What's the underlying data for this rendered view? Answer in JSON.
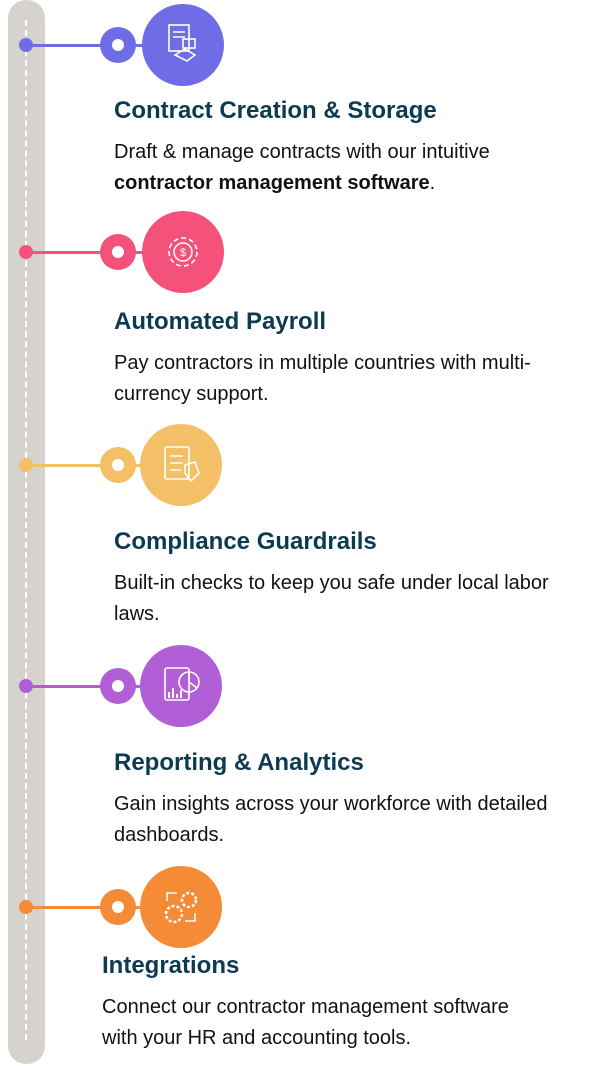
{
  "features": [
    {
      "title": "Contract Creation & Storage",
      "desc": "Draft & manage contracts with our intuitive ",
      "desc_bold": "contractor management software",
      "desc_end": ".",
      "icon": "contract-handshake-icon",
      "color": "#6f6de6"
    },
    {
      "title": "Automated Payroll",
      "desc": "Pay contractors in multiple countries with multi-currency support.",
      "icon": "gear-dollar-icon",
      "color": "#f4527b"
    },
    {
      "title": "Compliance Guardrails",
      "desc": "Built-in checks to keep you safe under local labor laws.",
      "icon": "checklist-shield-icon",
      "color": "#f3c068"
    },
    {
      "title": "Reporting & Analytics",
      "desc": "Gain insights across your workforce with detailed dashboards.",
      "icon": "report-chart-icon",
      "color": "#b15fd6"
    },
    {
      "title": "Integrations",
      "desc": "Connect our contractor management software with your HR and accounting tools.",
      "icon": "sync-gears-icon",
      "color": "#f58b36"
    }
  ]
}
